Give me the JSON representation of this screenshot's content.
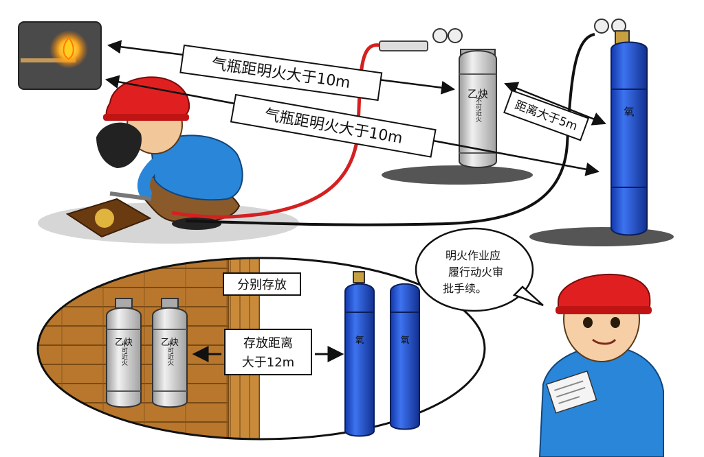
{
  "labels": {
    "distance_fire_1": "气瓶距明火大于10m",
    "distance_fire_2": "气瓶距明火大于10m",
    "distance_cylinders": "距离大于5m",
    "separate_storage": "分别存放",
    "storage_distance_line1": "存放距离",
    "storage_distance_line2": "大于12m",
    "speech_line1": "明火作业应",
    "speech_line2": "履行动火审",
    "speech_line3": "批手续。"
  },
  "cylinder_text": {
    "acetylene_name": "乙炔",
    "acetylene_warning": "不可近火",
    "oxygen_name": "氧"
  },
  "colors": {
    "acetylene_cylinder": "#c9c9c9",
    "oxygen_cylinder": "#1f4fd6",
    "helmet": "#e02020",
    "shirt": "#2a86d9",
    "hose_red": "#d42020",
    "wood_wall": "#b8772c",
    "warehouse_wall": "#c98a3a"
  }
}
